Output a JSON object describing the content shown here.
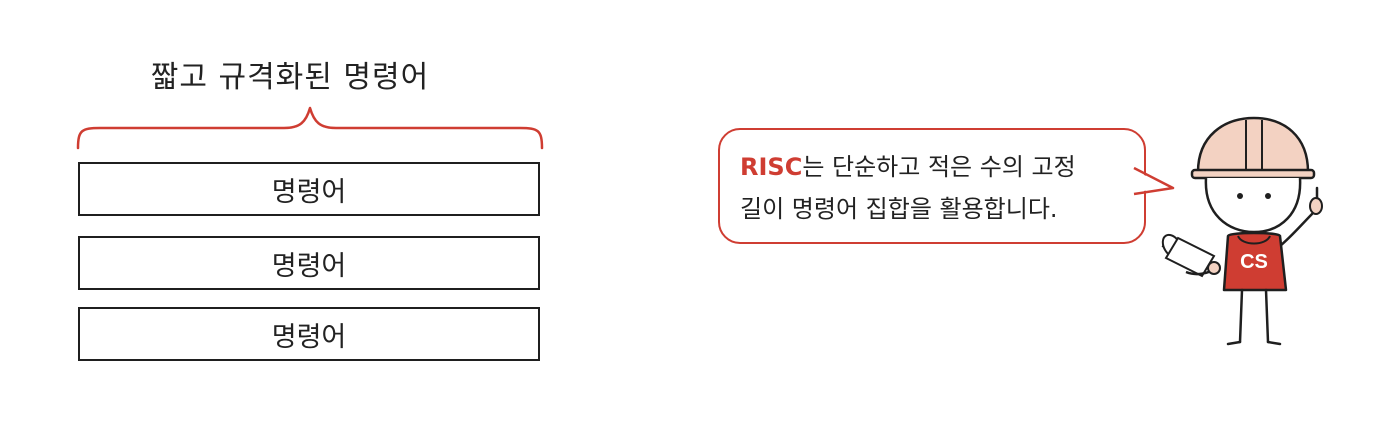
{
  "diagram": {
    "heading": "짧고 규격화된 명령어",
    "boxes": [
      "명령어",
      "명령어",
      "명령어"
    ]
  },
  "speech": {
    "accent_word": "RISC",
    "line1_rest": "는 단순하고 적은 수의 고정",
    "line2": "길이 명령어 집합을 활용합니다."
  },
  "character": {
    "shirt_label": "CS"
  },
  "colors": {
    "accent": "#cf3d32",
    "ink": "#1f1f1f",
    "helmet": "#f3d2c2"
  }
}
